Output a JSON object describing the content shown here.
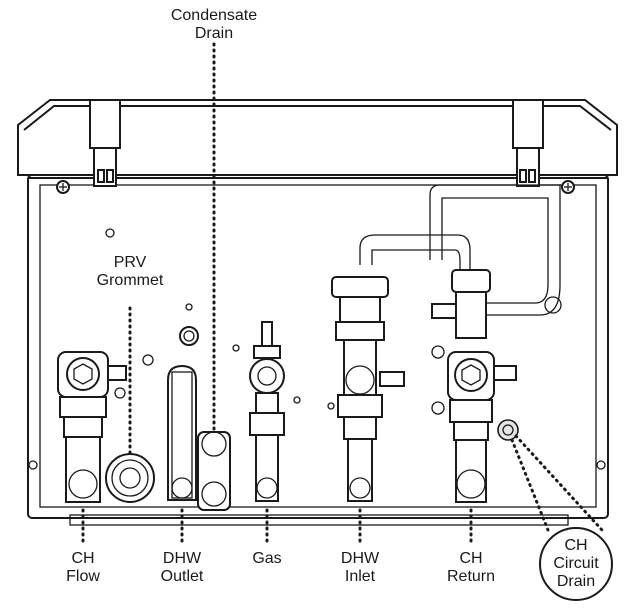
{
  "labels": {
    "condensate_drain": [
      "Condensate",
      "Drain"
    ],
    "prv_grommet": [
      "PRV",
      "Grommet"
    ],
    "ch_flow": [
      "CH",
      "Flow"
    ],
    "dhw_outlet": [
      "DHW",
      "Outlet"
    ],
    "gas": [
      "Gas"
    ],
    "dhw_inlet": [
      "DHW",
      "Inlet"
    ],
    "ch_return": [
      "CH",
      "Return"
    ],
    "ch_circuit_drain": [
      "CH",
      "Circuit",
      "Drain"
    ]
  }
}
